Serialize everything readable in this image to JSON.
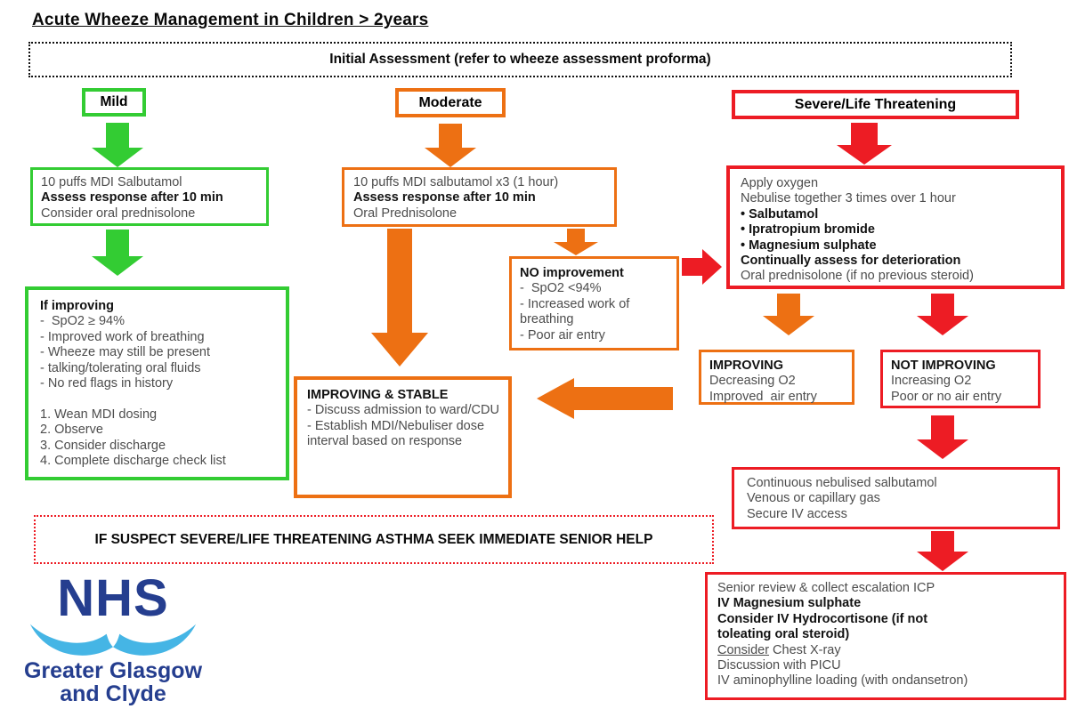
{
  "colors": {
    "green": "#33CC33",
    "orange": "#ED7013",
    "red": "#ED1C24",
    "nhs_blue": "#253E8F",
    "nhs_light_blue": "#45B5E5"
  },
  "title": "Acute Wheeze Management in Children > 2years",
  "initial_assessment": "Initial Assessment (refer to wheeze assessment proforma)",
  "columns": {
    "mild": {
      "label": "Mild",
      "treatment": [
        {
          "text": "10 puffs MDI Salbutamol"
        },
        {
          "text": "Assess response after 10 min",
          "bold": true
        },
        {
          "text": "Consider oral prednisolone"
        }
      ],
      "improving": [
        {
          "text": "If improving",
          "bold": true
        },
        {
          "text": "-  SpO2 ≥ 94%"
        },
        {
          "text": "- Improved work of breathing"
        },
        {
          "text": "- Wheeze may still be present"
        },
        {
          "text": "- talking/tolerating oral fluids"
        },
        {
          "text": "- No red flags in history"
        },
        {
          "text": ""
        },
        {
          "text": "1. Wean MDI dosing"
        },
        {
          "text": "2. Observe"
        },
        {
          "text": "3. Consider discharge"
        },
        {
          "text": "4. Complete discharge check list"
        }
      ]
    },
    "moderate": {
      "label": "Moderate",
      "treatment": [
        {
          "text": "10 puffs MDI salbutamol x3 (1 hour)"
        },
        {
          "text": "Assess response after 10 min",
          "bold": true
        },
        {
          "text": "Oral Prednisolone"
        }
      ],
      "no_improvement": [
        {
          "text": "NO improvement",
          "bold": true
        },
        {
          "text": "-  SpO2 <94%"
        },
        {
          "text": "- Increased work of breathing"
        },
        {
          "text": "- Poor air entry"
        }
      ],
      "improving_stable": [
        {
          "text": "IMPROVING & STABLE",
          "bold": true
        },
        {
          "text": "- Discuss admission to ward/CDU"
        },
        {
          "text": "- Establish MDI/Nebuliser dose interval based on response"
        }
      ]
    },
    "severe": {
      "label": "Severe/Life Threatening",
      "treatment": [
        {
          "text": "Apply oxygen"
        },
        {
          "text": "Nebulise together 3 times over 1 hour"
        },
        {
          "text": "• Salbutamol",
          "bold": true
        },
        {
          "text": "• Ipratropium bromide",
          "bold": true
        },
        {
          "text": "• Magnesium sulphate",
          "bold": true
        },
        {
          "text": "Continually assess for deterioration",
          "bold": true
        },
        {
          "text": "Oral prednisolone (if no previous steroid)"
        }
      ],
      "improving": [
        {
          "text": "IMPROVING",
          "bold": true
        },
        {
          "text": "Decreasing O2"
        },
        {
          "text": "Improved  air entry"
        }
      ],
      "not_improving": [
        {
          "text": "NOT IMPROVING",
          "bold": true
        },
        {
          "text": "Increasing O2"
        },
        {
          "text": "Poor or no air entry"
        }
      ],
      "escalation": [
        {
          "text": "Continuous nebulised salbutamol"
        },
        {
          "text": "Venous or capillary gas"
        },
        {
          "text": "Secure IV access"
        }
      ],
      "final": [
        {
          "text": "Senior review & collect escalation ICP"
        },
        {
          "text": "IV Magnesium sulphate",
          "bold": true
        },
        {
          "text": "Consider IV Hydrocortisone (if not",
          "bold": true
        },
        {
          "text": "toleating oral steroid)",
          "bold": true
        },
        {
          "prefix_underline": "Consider",
          "text": " Chest X-ray"
        },
        {
          "text": "Discussion with PICU"
        },
        {
          "text": "IV aminophylline loading (with ondansetron)"
        }
      ]
    }
  },
  "warning": "IF SUSPECT SEVERE/LIFE THREATENING ASTHMA SEEK IMMEDIATE SENIOR HELP",
  "logo": {
    "nhs": "NHS",
    "org_line1": "Greater Glasgow",
    "org_line2": "and Clyde"
  }
}
